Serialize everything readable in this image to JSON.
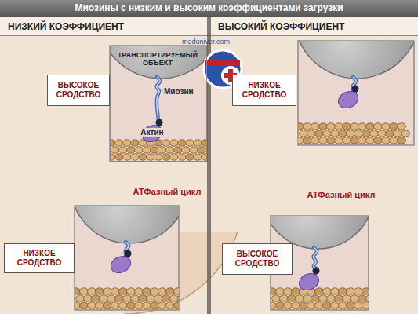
{
  "diagram": {
    "title": "Миозины с низким и высоким коэффициентами загрузки",
    "nodes": [
      {
        "text": [
          "ТРАНСПОРТИРУЕМЫЙ ОБЪЕКТ",
          "Миозин",
          "Актин"
        ]
      },
      {
        "text": [
          "ВЫСОКОЕ СРОДСТВО"
        ]
      },
      {
        "text": [
          "АТФазный цикл"
        ]
      },
      {
        "text": [
          "НИЗКОЕ СРОДСТВО"
        ]
      },
      {
        "text": [
          "НИЗКОЕ СРОДСТВО"
        ]
      },
      {
        "text": [
          "АТФазный цикл"
        ]
      },
      {
        "text": [
          "ВЫСОКОЕ СРОДСТВО"
        ]
      }
    ],
    "labels": [
      "НИЗКИЙ КОЭФФИЦИЕНТ",
      "ВЫСОКИЙ КОЭФФИЦИЕНТ",
      "meduniver.com"
    ]
  }
}
